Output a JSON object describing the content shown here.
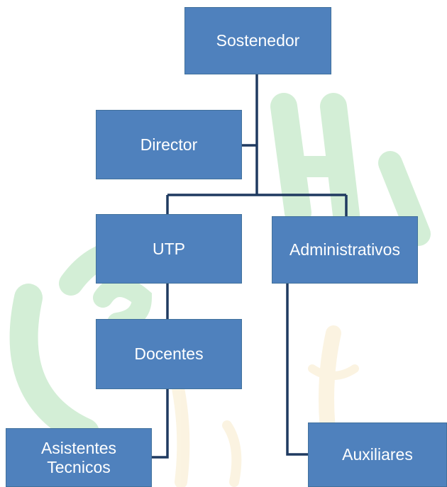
{
  "colors": {
    "box_fill": "#4f81bd",
    "box_border": "#41719c",
    "connector": "#1f3a60",
    "watermark_green": "#3cb44b",
    "watermark_gold": "#e8b84a"
  },
  "org_chart": {
    "nodes": {
      "sostenedor": "Sostenedor",
      "director": "Director",
      "utp": "UTP",
      "administrativos": "Administrativos",
      "docentes": "Docentes",
      "asistentes": "Asistentes\nTecnicos",
      "auxiliares": "Auxiliares"
    },
    "edges": [
      [
        "sostenedor",
        "director"
      ],
      [
        "sostenedor",
        "utp"
      ],
      [
        "sostenedor",
        "administrativos"
      ],
      [
        "utp",
        "docentes"
      ],
      [
        "docentes",
        "asistentes"
      ],
      [
        "administrativos",
        "auxiliares"
      ]
    ]
  }
}
